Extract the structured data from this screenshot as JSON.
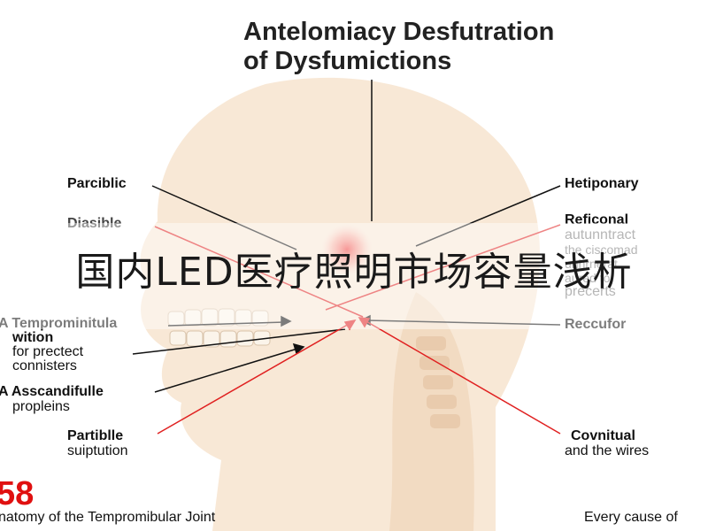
{
  "title_line1": "Antelomiacy Desfutration",
  "title_line2": "of Dysfumictions",
  "labels_left": {
    "parciblic": "Parciblic",
    "diasible": "Diasible",
    "tempro_1": "A Temprominitula",
    "tempro_2": "wition",
    "tempro_3": "for prectect",
    "tempro_4": "connisters",
    "ascand_1": "A Asscandifulle",
    "ascand_2": "propleins",
    "partible_1": "Partiblle",
    "partible_2": "suiptution"
  },
  "labels_right": {
    "hetiponary": "Hetiponary",
    "reficonal": "Reficonal",
    "autunntract": "autunntract",
    "f1": "the ciscomad",
    "f2": "unhrnerat",
    "f3": "aured to",
    "f4": "precerts",
    "reccufor": "Reccufor",
    "covnitual_1": "Covnitual",
    "covnitual_2": "and the wires"
  },
  "banner_text": "国内LED医疗照明市场容量浅析",
  "figure_number": "58",
  "caption_left": "natomy of the Tempromibular Joint",
  "caption_right": "Every cause of",
  "colors": {
    "accent_red": "#e02020",
    "skin": "#f6e0c8",
    "highlight": "#f03a3a"
  }
}
